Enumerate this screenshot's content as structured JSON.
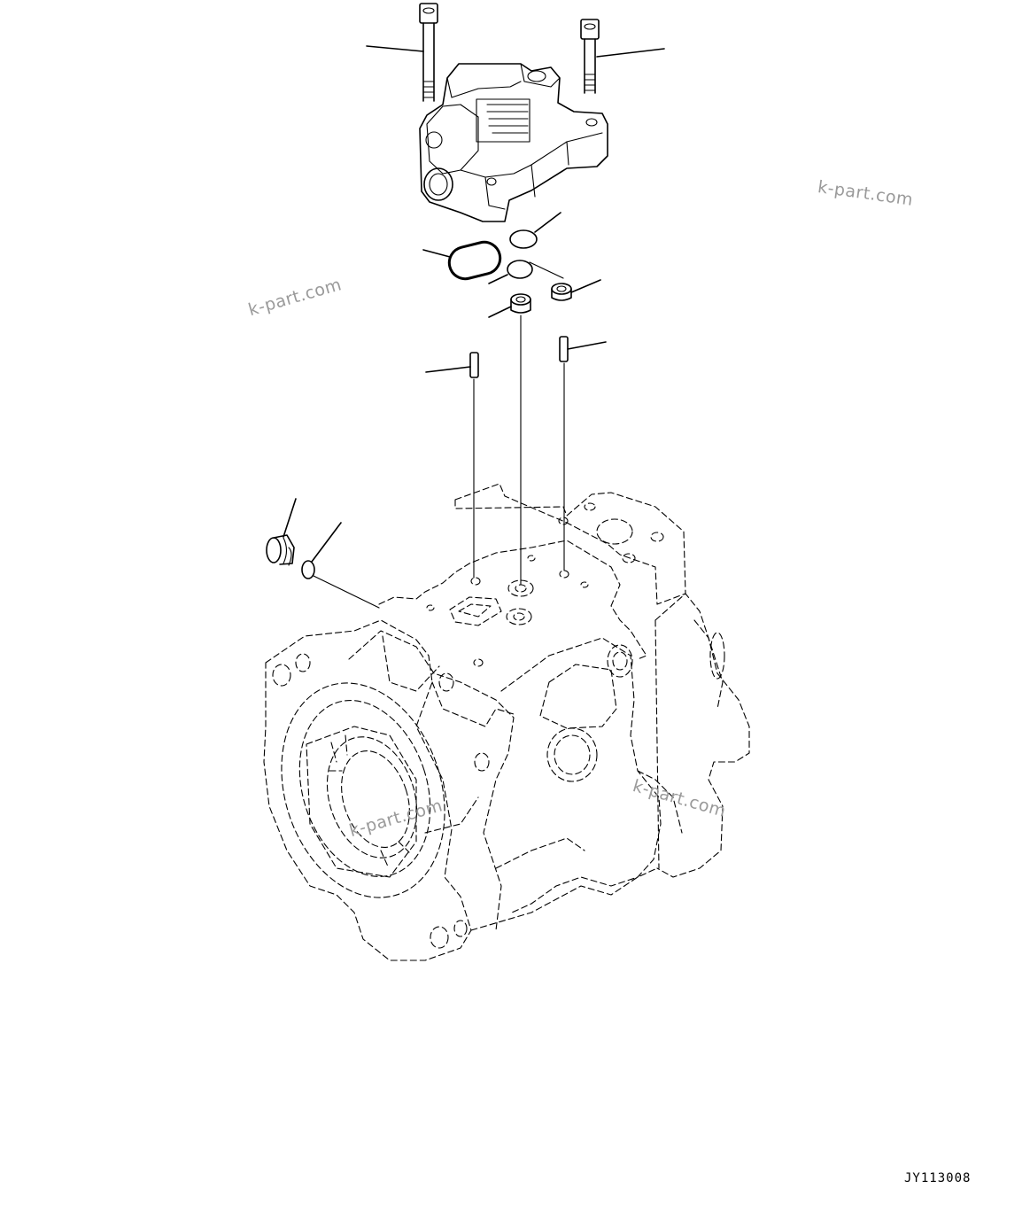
{
  "figure_code": "JY113008",
  "watermark": "k-part.com",
  "line_color": "#000000",
  "watermark_color": "#9a9a9a",
  "parts": [
    "bolt-left",
    "bolt-right",
    "control-valve",
    "oval-o-ring",
    "o-ring-upper",
    "o-ring-lower",
    "seal-left",
    "seal-right",
    "dowel-pin-left",
    "dowel-pin-right",
    "plug",
    "plug-o-ring",
    "pump-body"
  ]
}
